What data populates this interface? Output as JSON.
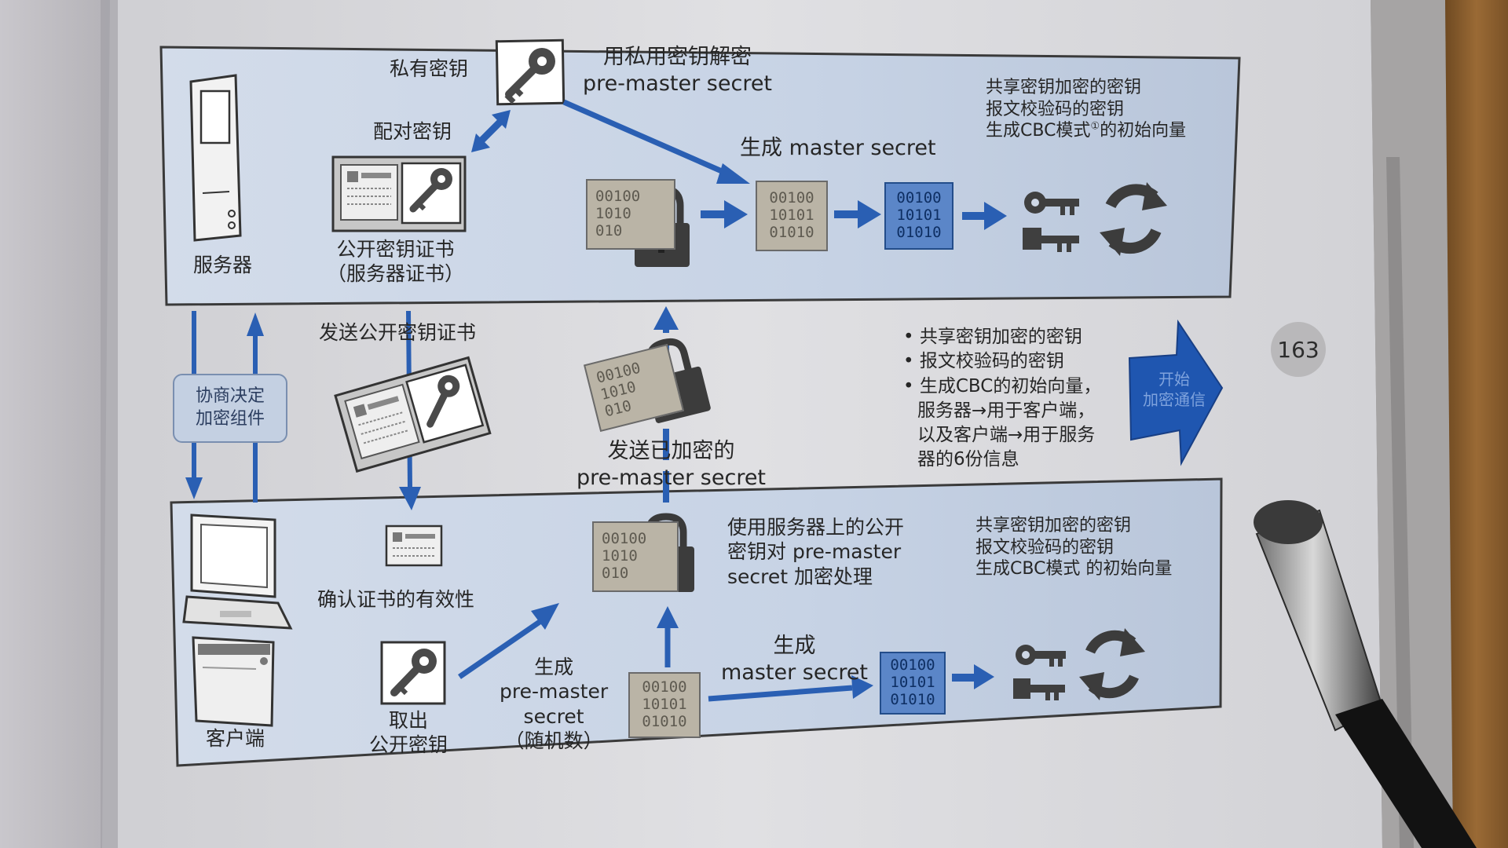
{
  "page_number": "163",
  "server": {
    "label": "服务器",
    "private_key": "私有密钥",
    "decrypt_label_1": "用私用密钥解密",
    "decrypt_label_2": "pre-master secret",
    "key_pair": "配对密钥",
    "cert_label_1": "公开密钥证书",
    "cert_label_2": "（服务器证书）",
    "generate_master": "生成 master secret",
    "binary_encrypted": [
      "00100",
      "1010",
      "010"
    ],
    "binary_master": [
      "00100",
      "10101",
      "01010"
    ],
    "binary_derived": [
      "00100",
      "10101",
      "01010"
    ],
    "keys_note_1": "共享密钥加密的密钥",
    "keys_note_2": "报文校验码的密钥",
    "keys_note_3": "生成CBC模式",
    "keys_note_3_sup": "①",
    "keys_note_3_end": "的初始向量"
  },
  "middle": {
    "negotiate_1": "协商决定",
    "negotiate_2": "加密组件",
    "send_cert": "发送公开密钥证书",
    "send_encrypted_1": "发送已加密的",
    "send_encrypted_2": "pre-master secret",
    "binary_envelope": [
      "00100",
      "1010",
      "010"
    ],
    "bullets": [
      "• 共享密钥加密的密钥",
      "• 报文校验码的密钥",
      "• 生成CBC的初始向量，",
      "服务器→用于客户端，",
      "以及客户端→用于服务",
      "器的6份信息"
    ],
    "start_1": "开始",
    "start_2": "加密通信"
  },
  "client": {
    "label": "客户端",
    "verify_cert": "确认证书的有效性",
    "take_key_1": "取出",
    "take_key_2": "公开密钥",
    "gen_pre_1": "生成",
    "gen_pre_2": "pre-master",
    "gen_pre_3": "secret",
    "gen_pre_4": "（随机数）",
    "encrypt_1": "使用服务器上的公开",
    "encrypt_2": "密钥对 pre-master",
    "encrypt_3": "secret 加密处理",
    "gen_master_1": "生成",
    "gen_master_2": "master secret",
    "binary_encrypted": [
      "00100",
      "1010",
      "010"
    ],
    "binary_pre_master": [
      "00100",
      "10101",
      "01010"
    ],
    "binary_derived": [
      "00100",
      "10101",
      "01010"
    ],
    "keys_note_1": "共享密钥加密的密钥",
    "keys_note_2": "报文校验码的密钥",
    "keys_note_3": "生成CBC模式 的初始向量"
  },
  "colors": {
    "arrow_blue": "#2a5fb3",
    "panel_blue": "#c5d3e6",
    "binary_blue": "#5b86c8",
    "binary_gray": "#bab4a6"
  }
}
